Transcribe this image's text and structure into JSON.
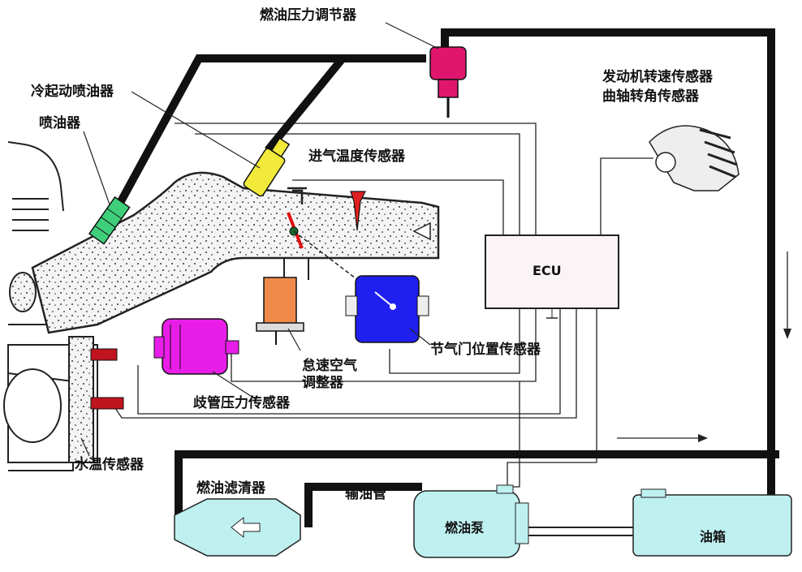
{
  "labels": {
    "fuel_pressure_regulator": "燃油压力调节器",
    "cold_start_injector": "冷起动喷油器",
    "injector": "喷油器",
    "intake_temp_sensor": "进气温度传感器",
    "engine_speed_sensor": "发动机转速传感器",
    "crank_angle_sensor": "曲轴转角传感器",
    "ecu": "ECU",
    "idle_air_adjuster_line1": "怠速空气",
    "idle_air_adjuster_line2": "调整器",
    "throttle_position_sensor": "节气门位置传感器",
    "manifold_pressure_sensor": "歧管压力传感器",
    "coolant_temp_sensor": "水温传感器",
    "fuel_filter": "燃油滤清器",
    "fuel_line": "输油管",
    "fuel_pump": "燃油泵",
    "fuel_tank": "油箱"
  },
  "colors": {
    "pressure_regulator": "#e0166e",
    "cold_start_injector": "#f2ea3a",
    "injector": "#3fcf7a",
    "throttle_sensor": "#1f1ff0",
    "manifold_sensor": "#e81ee8",
    "idle_adjuster": "#f08a4a",
    "components_cyan": "#bff0f0",
    "spark_plug": "#c0141e",
    "fuel_line": "#111111",
    "ecu_fill": "#fbf4f6"
  }
}
